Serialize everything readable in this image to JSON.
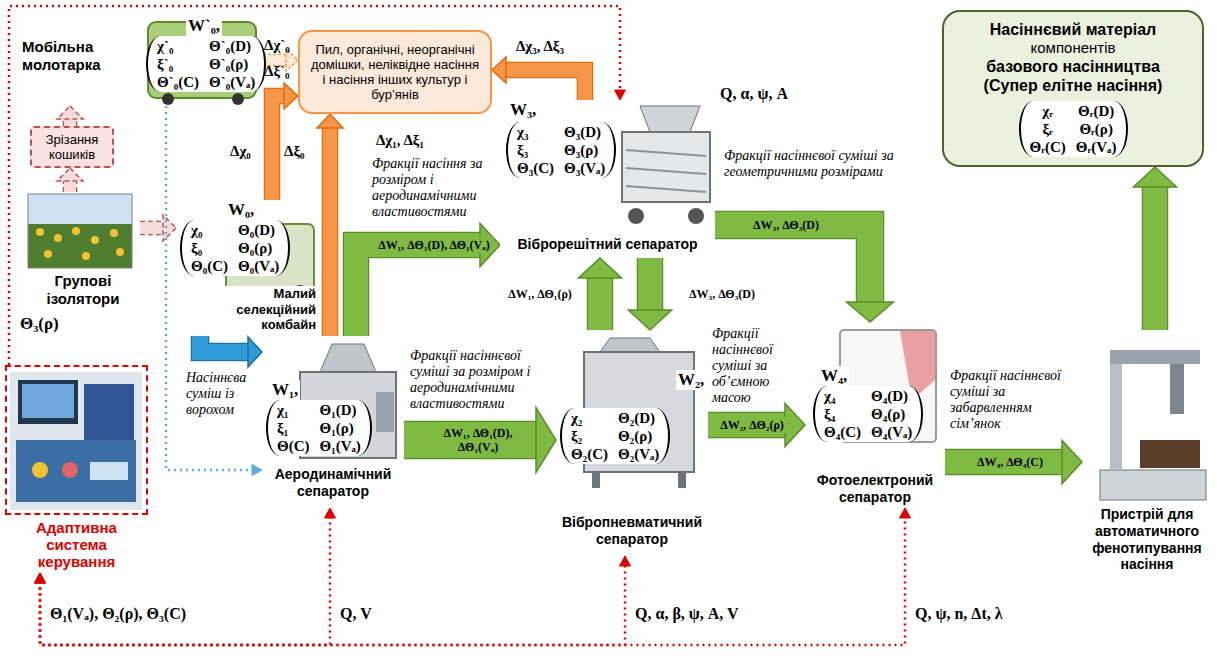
{
  "diagram": {
    "nodes": [
      {
        "text": [
          "Мобільна молотарка",
          "W`₀,",
          "χ`₀",
          "Θ`₀(D)",
          "ξ`₀",
          "Θ`₀(ρ)",
          "Θ`₀(C)",
          "Θ`₀(Vₐ)"
        ]
      },
      {
        "text": [
          "Пил, органічні, неорганічні домішки, неліквідне насіння і насіння інших культур і бур’янів"
        ]
      },
      {
        "text": [
          "W₃,",
          "χ₃",
          "Θ₃(D)",
          "ξ₃",
          "Θ₃(ρ)",
          "Θ₃(C)",
          "Θ₃(Vₐ)",
          "Віброрешітний сепаратор"
        ]
      },
      {
        "text": [
          "Насіннєвий матеріал",
          "компонентів",
          "базового насінництва",
          "(Супер елітне насіння)",
          "χᵣ",
          "Θᵣ(D)",
          "ξᵣ",
          "Θᵣ(ρ)",
          "Θᵣ(C)",
          "Θᵣ(Vₐ)"
        ]
      },
      {
        "text": [
          "Зрізання кошиків"
        ]
      },
      {
        "text": [
          "W₀,",
          "χ₀",
          "Θ₀(D)",
          "ξ₀",
          "Θ₀(ρ)",
          "Θ₀(C)",
          "Θ₀(Vₐ)",
          "Малий селекційний комбайн"
        ]
      },
      {
        "text": [
          "Групові ізолятори",
          "Θ₃(ρ)"
        ]
      },
      {
        "text": [
          "Адаптивна система керування"
        ]
      },
      {
        "text": [
          "W₁,",
          "χ₁",
          "Θ₁(D)",
          "ξ₁",
          "Θ₁(ρ)",
          "Θ(C)",
          "Θ₁(Vₐ)",
          "Аеродинамічний сепаратор"
        ]
      },
      {
        "text": [
          "W₂,",
          "χ₂",
          "Θ₂(D)",
          "ξ₂",
          "Θ₂(ρ)",
          "Θ₂(C)",
          "Θ₂(Vₐ)",
          "Вібропневматичний сепаратор"
        ]
      },
      {
        "text": [
          "W₄,",
          "χ₄",
          "Θ₄(D)",
          "ξ₄",
          "Θ₄(ρ)",
          "Θ₄(C)",
          "Θ₄(Vₐ)",
          "Фотоелектроний сепаратор"
        ]
      },
      {
        "text": [
          "Пристрій для автоматичного фенотипування насіння"
        ]
      }
    ],
    "edges": [
      {
        "from": 6,
        "to": 4,
        "arrow": "to"
      },
      {
        "from": 4,
        "to": 0,
        "arrow": "to"
      },
      {
        "from": 6,
        "to": 5,
        "arrow": "to"
      },
      {
        "from": 0,
        "to": 1,
        "arrow": "to"
      },
      {
        "from": 5,
        "to": 1,
        "arrow": "to"
      },
      {
        "from": 8,
        "to": 1,
        "label": "Δχ₁, Δξ₁",
        "arrow": "to"
      },
      {
        "from": 2,
        "to": 1,
        "label": "Δχ₃, Δξ₃",
        "arrow": "to"
      },
      {
        "from": 5,
        "to": 8,
        "arrow": "to"
      },
      {
        "from": 0,
        "to": 8,
        "arrow": "to"
      },
      {
        "from": 8,
        "to": 2,
        "label": "ΔW₁, ΔΘ₁(D), ΔΘ₁(Vₐ)",
        "arrow": "to"
      },
      {
        "from": 8,
        "to": 9,
        "label": "ΔW₁, ΔΘ₁(D), ΔΘ₁(Vₐ)",
        "arrow": "to"
      },
      {
        "from": 9,
        "to": 2,
        "label": "ΔW₁, ΔΘ₁(ρ)",
        "arrow": "to"
      },
      {
        "from": 2,
        "to": 9,
        "label": "ΔW₃, ΔΘ₃(D)",
        "arrow": "to"
      },
      {
        "from": 2,
        "to": 10,
        "label": "ΔW₃, ΔΘ₃(D)",
        "arrow": "to"
      },
      {
        "from": 9,
        "to": 10,
        "label": "ΔW₂, ΔΘ₂(ρ)",
        "arrow": "to"
      },
      {
        "from": 10,
        "to": 11,
        "label": "ΔW₄, ΔΘ₄(C)",
        "arrow": "to"
      },
      {
        "from": 11,
        "to": 3,
        "arrow": "to"
      },
      {
        "from": 7,
        "to": 2,
        "arrow": "to"
      },
      {
        "from": 7,
        "to": 8,
        "arrow": "both"
      },
      {
        "from": 7,
        "to": 9,
        "arrow": "both"
      },
      {
        "from": 7,
        "to": 10,
        "arrow": "both"
      }
    ],
    "labels": [
      "Δχ`₀",
      "Δξ`₀",
      "Δχ₀",
      "Δξ₀",
      "Q, α, ψ, A",
      "Фракції насіння за розміром і аеродинамічними властивостями",
      "Фракції насіннєвої суміші за геометричними розмірами",
      "Насіннєва суміш із ворохом",
      "Фракції насіннєвої суміші за розміром і аеродинамічними властивостями",
      "Фракції насіннєвої суміші за об’ємною масою",
      "Фракції насіннєвої суміші за забарвленням сім’янок",
      "Θ₁(Vₐ), Θ₂(ρ), Θ₃(C)",
      "Q, V",
      "Q, α, β, ψ, A, V",
      "Q, ψ, n, Δt, λ"
    ]
  }
}
